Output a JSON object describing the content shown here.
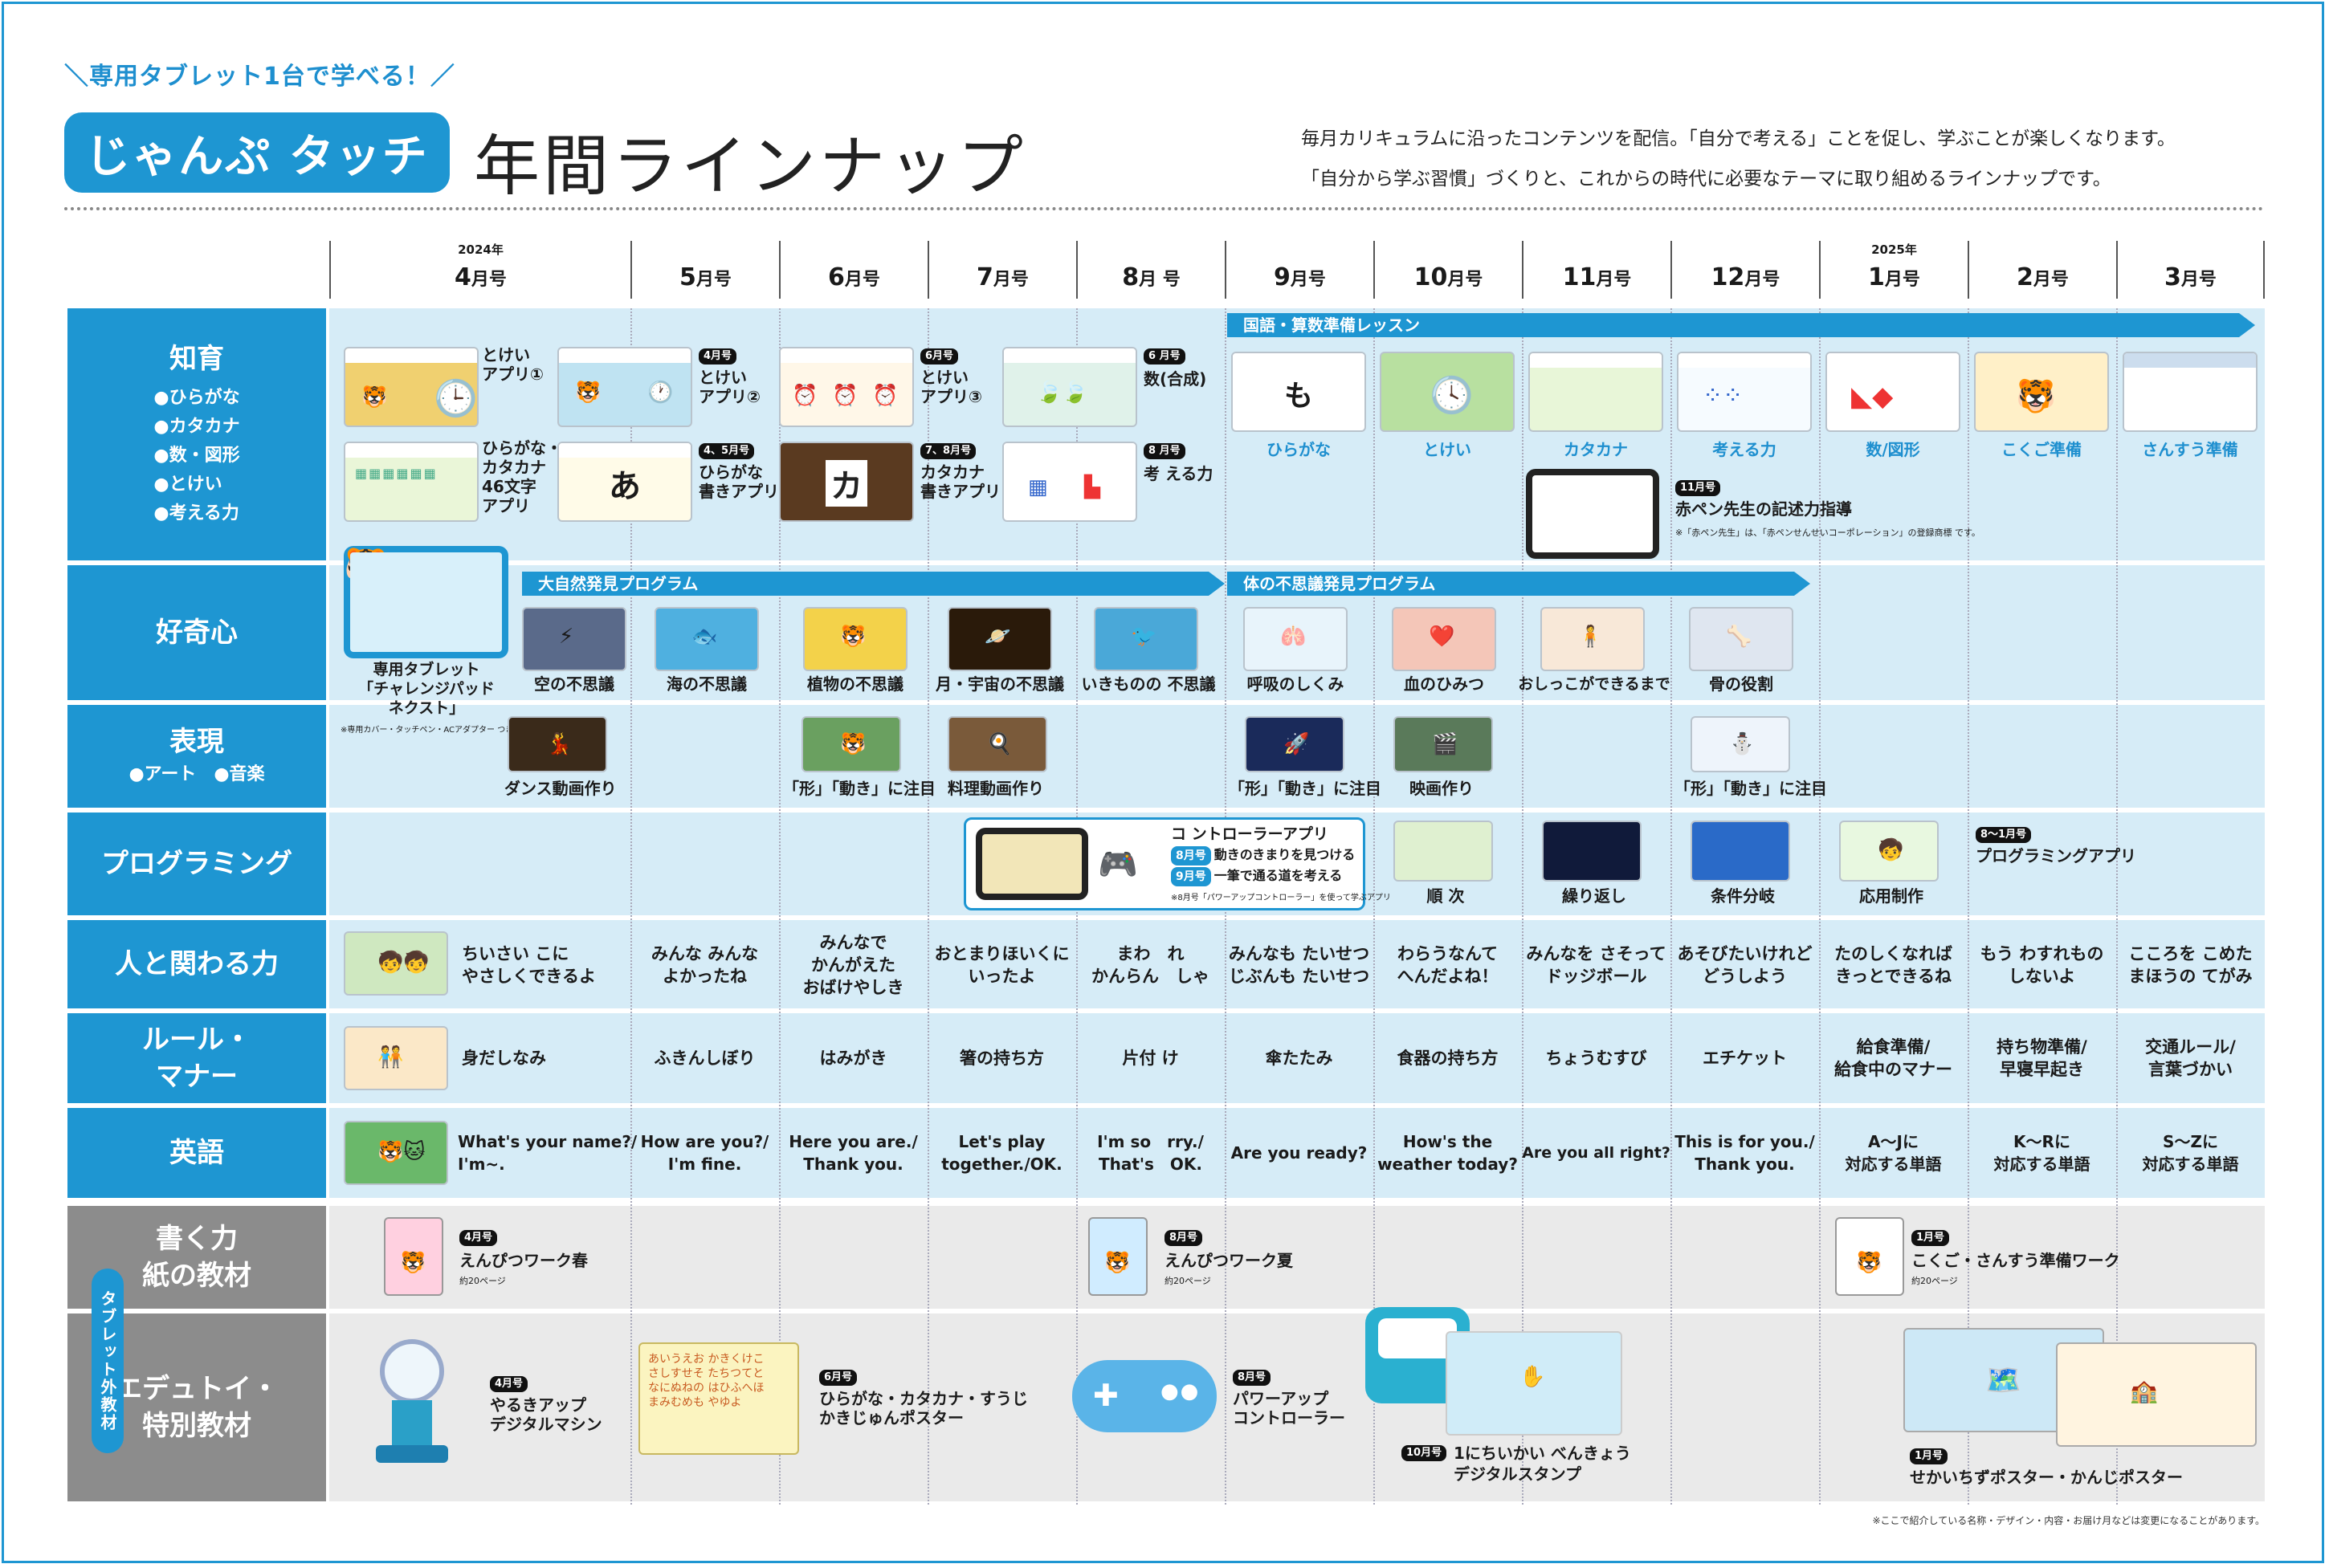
{
  "header": {
    "tagline": "＼専用タブレット1台で学べる！／",
    "brand": "じゃんぷ タッチ",
    "title": "年間ラインナップ",
    "intro_1": "毎月カリキュラムに沿ったコンテンツを配信。「自分で考える」ことを促し、学ぶことが楽しくなります。",
    "intro_2": "「自分から学ぶ習慣」づくりと、これからの時代に必要なテーマに取り組めるラインナップです。"
  },
  "months": [
    {
      "year": "2024年",
      "num": "4",
      "suffix": "月号"
    },
    {
      "year": "",
      "num": "5",
      "suffix": "月号"
    },
    {
      "year": "",
      "num": "6",
      "suffix": "月号"
    },
    {
      "year": "",
      "num": "7",
      "suffix": "月号"
    },
    {
      "year": "",
      "num": "8",
      "suffix": "月 号"
    },
    {
      "year": "",
      "num": "9",
      "suffix": "月号"
    },
    {
      "year": "",
      "num": "10",
      "suffix": "月号"
    },
    {
      "year": "",
      "num": "11",
      "suffix": "月号"
    },
    {
      "year": "",
      "num": "12",
      "suffix": "月号"
    },
    {
      "year": "2025年",
      "num": "1",
      "suffix": "月号"
    },
    {
      "year": "",
      "num": "2",
      "suffix": "月号"
    },
    {
      "year": "",
      "num": "3",
      "suffix": "月号"
    }
  ],
  "rows": {
    "chiiku": {
      "label": "知育",
      "items": [
        "●ひらがな",
        "●カタカナ",
        "●数・図形",
        "●とけい",
        "●考える力"
      ]
    },
    "koukishin": {
      "label": "好奇心"
    },
    "hyougen": {
      "label": "表現",
      "sub": "●アート　●音楽"
    },
    "programming": {
      "label": "プログラミング"
    },
    "hito": {
      "label": "人と関わる力"
    },
    "rule": {
      "label_1": "ルール・",
      "label_2": "マナー"
    },
    "eigo": {
      "label": "英語"
    },
    "kaku": {
      "label_1": "書く力",
      "label_2": "紙の教材"
    },
    "edu": {
      "label_1": "エデュトイ・",
      "label_2": "特別教材"
    },
    "tablet_tab": "タブレット外教材"
  },
  "chiiku": {
    "arrow": "国語・算数準備レッスン",
    "tokei1": [
      "とけい",
      "アプリ①"
    ],
    "tokei2_badge": "4月号",
    "tokei2": [
      "とけい",
      "アプリ②"
    ],
    "tokei3_badge": "6月号",
    "tokei3": [
      "とけい",
      "アプリ③"
    ],
    "sushi_badge": "6 月号",
    "sushi": "数(合成)",
    "hira46": [
      "ひらがな・",
      "カタカナ",
      "46文字",
      "アプリ"
    ],
    "hira_badge": "4、5月号",
    "hira_write": [
      "ひらがな",
      "書きアプリ"
    ],
    "kata_badge": "7、8月号",
    "kata_write": [
      "カタカナ",
      "書きアプリ"
    ],
    "kangaeru_badge": "8 月号",
    "kangaeru": "考 える力",
    "kana_a": "あ",
    "kana_ka": "カ",
    "lessons": [
      "ひらがな",
      "とけい",
      "カタカナ",
      "考える力",
      "数/図形",
      "こくご準備",
      "さんすう準備"
    ],
    "pen_badge": "11月号",
    "pen_title": "赤ペン先生の記述力指導",
    "pen_note": "※「赤ペン先生」は、「赤ペンせんせいコーポレーション」の登録商標 です。"
  },
  "koukishin": {
    "arrow1": "大自然発見プログラム",
    "arrow2": "体の不思議発見プログラム",
    "tablet_name": [
      "専用タブレット",
      "「チャレンジパッド",
      "ネクスト」"
    ],
    "tablet_note": "※専用カバー・タッチペン・ACアダプター つき",
    "items": [
      "空の不思議",
      "海の不思議",
      "植物の不思議",
      "月・宇宙の不思議",
      "いきものの 不思議",
      "呼吸のしくみ",
      "血のひみつ",
      "おしっこができるまで",
      "骨の役割"
    ]
  },
  "hyougen": {
    "items": [
      "ダンス動画作り",
      "「形」「動き」に注目",
      "料理動画作り",
      "「形」「動き」に注目",
      "映画作り",
      "「形」「動き」に注目"
    ]
  },
  "programming": {
    "ctrl_title": "コ ントローラーアプリ",
    "ctrl_b1": "8月号",
    "ctrl_l1": "動きのきまりを見つける",
    "ctrl_b2": "9月号",
    "ctrl_l2": "一筆で通る道を考える",
    "ctrl_note": "※8月号「パワーアップコントローラー」を使って学ぶアプリ",
    "items": [
      "順 次",
      "繰り返し",
      "条件分岐",
      "応用制作"
    ],
    "app_badge": "8〜1月号",
    "app": "プログラミングアプリ"
  },
  "hito": {
    "cells": [
      [
        "ちいさい こに",
        "やさしくできるよ"
      ],
      [
        "みんな みんな",
        "よかったね"
      ],
      [
        "みんなで",
        "かんがえた",
        "おばけやしき"
      ],
      [
        "おとまりほいくに",
        "いったよ"
      ],
      [
        "まわ　れ",
        "かんらん　しゃ"
      ],
      [
        "みんなも たいせつ",
        "じぶんも たいせつ"
      ],
      [
        "わらうなんて",
        "へんだよね！"
      ],
      [
        "みんなを さそって",
        "ドッジボール"
      ],
      [
        "あそびたいけれど",
        "どうしよう"
      ],
      [
        "たのしくなれば",
        "きっとできるね"
      ],
      [
        "もう わすれもの",
        "しないよ"
      ],
      [
        "こころを こめた",
        "まほうの てがみ"
      ]
    ]
  },
  "rule": {
    "cells": [
      [
        "身だしなみ"
      ],
      [
        "ふきんしぼり"
      ],
      [
        "はみがき"
      ],
      [
        "箸の持ち方"
      ],
      [
        "片付 け"
      ],
      [
        "傘たたみ"
      ],
      [
        "食器の持ち方"
      ],
      [
        "ちょうむすび"
      ],
      [
        "エチケット"
      ],
      [
        "給食準備/",
        "給食中のマナー"
      ],
      [
        "持ち物準備/",
        "早寝早起き"
      ],
      [
        "交通ルール/",
        "言葉づかい"
      ]
    ]
  },
  "eigo": {
    "cells": [
      [
        "What's your name?/",
        "I'm~."
      ],
      [
        "How are you?/",
        "I'm fine."
      ],
      [
        "Here you are./",
        "Thank you."
      ],
      [
        "Let's play",
        "together./OK."
      ],
      [
        "I'm so　rry./",
        "That's　OK."
      ],
      [
        "Are you ready?"
      ],
      [
        "How's the",
        "weather today?"
      ],
      [
        "Are you all right?"
      ],
      [
        "This is for you./",
        "Thank you."
      ],
      [
        "A〜Jに",
        "対応する単語"
      ],
      [
        "K〜Rに",
        "対応する単語"
      ],
      [
        "S〜Zに",
        "対応する単語"
      ]
    ]
  },
  "kaku": {
    "b1": "4月号",
    "t1": "えんぴつワーク春",
    "p1": "約20ページ",
    "b2": "8月号",
    "t2": "えんぴつワーク夏",
    "p2": "約20ページ",
    "b3": "1月号",
    "t3": "こくご・さんすう準備ワーク",
    "p3": "約20ページ"
  },
  "edu": {
    "b1": "4月号",
    "t1": [
      "やるきアップ",
      "デジタルマシン"
    ],
    "b2": "6月号",
    "t2": [
      "ひらがな・カタカナ・すうじ",
      "かきじゅんポスター"
    ],
    "b3": "8月号",
    "t3": [
      "パワーアップ",
      "コントローラー"
    ],
    "b4": "10月号",
    "t4": [
      "1にちいかい べんきょう",
      "デジタルスタンプ"
    ],
    "b5": "1月号",
    "t5": "せかいちずポスター・かんじポスター"
  },
  "footnote": "※ここで紹介している名称・デザイン・内容・お届け月などは変更になることがあります。"
}
